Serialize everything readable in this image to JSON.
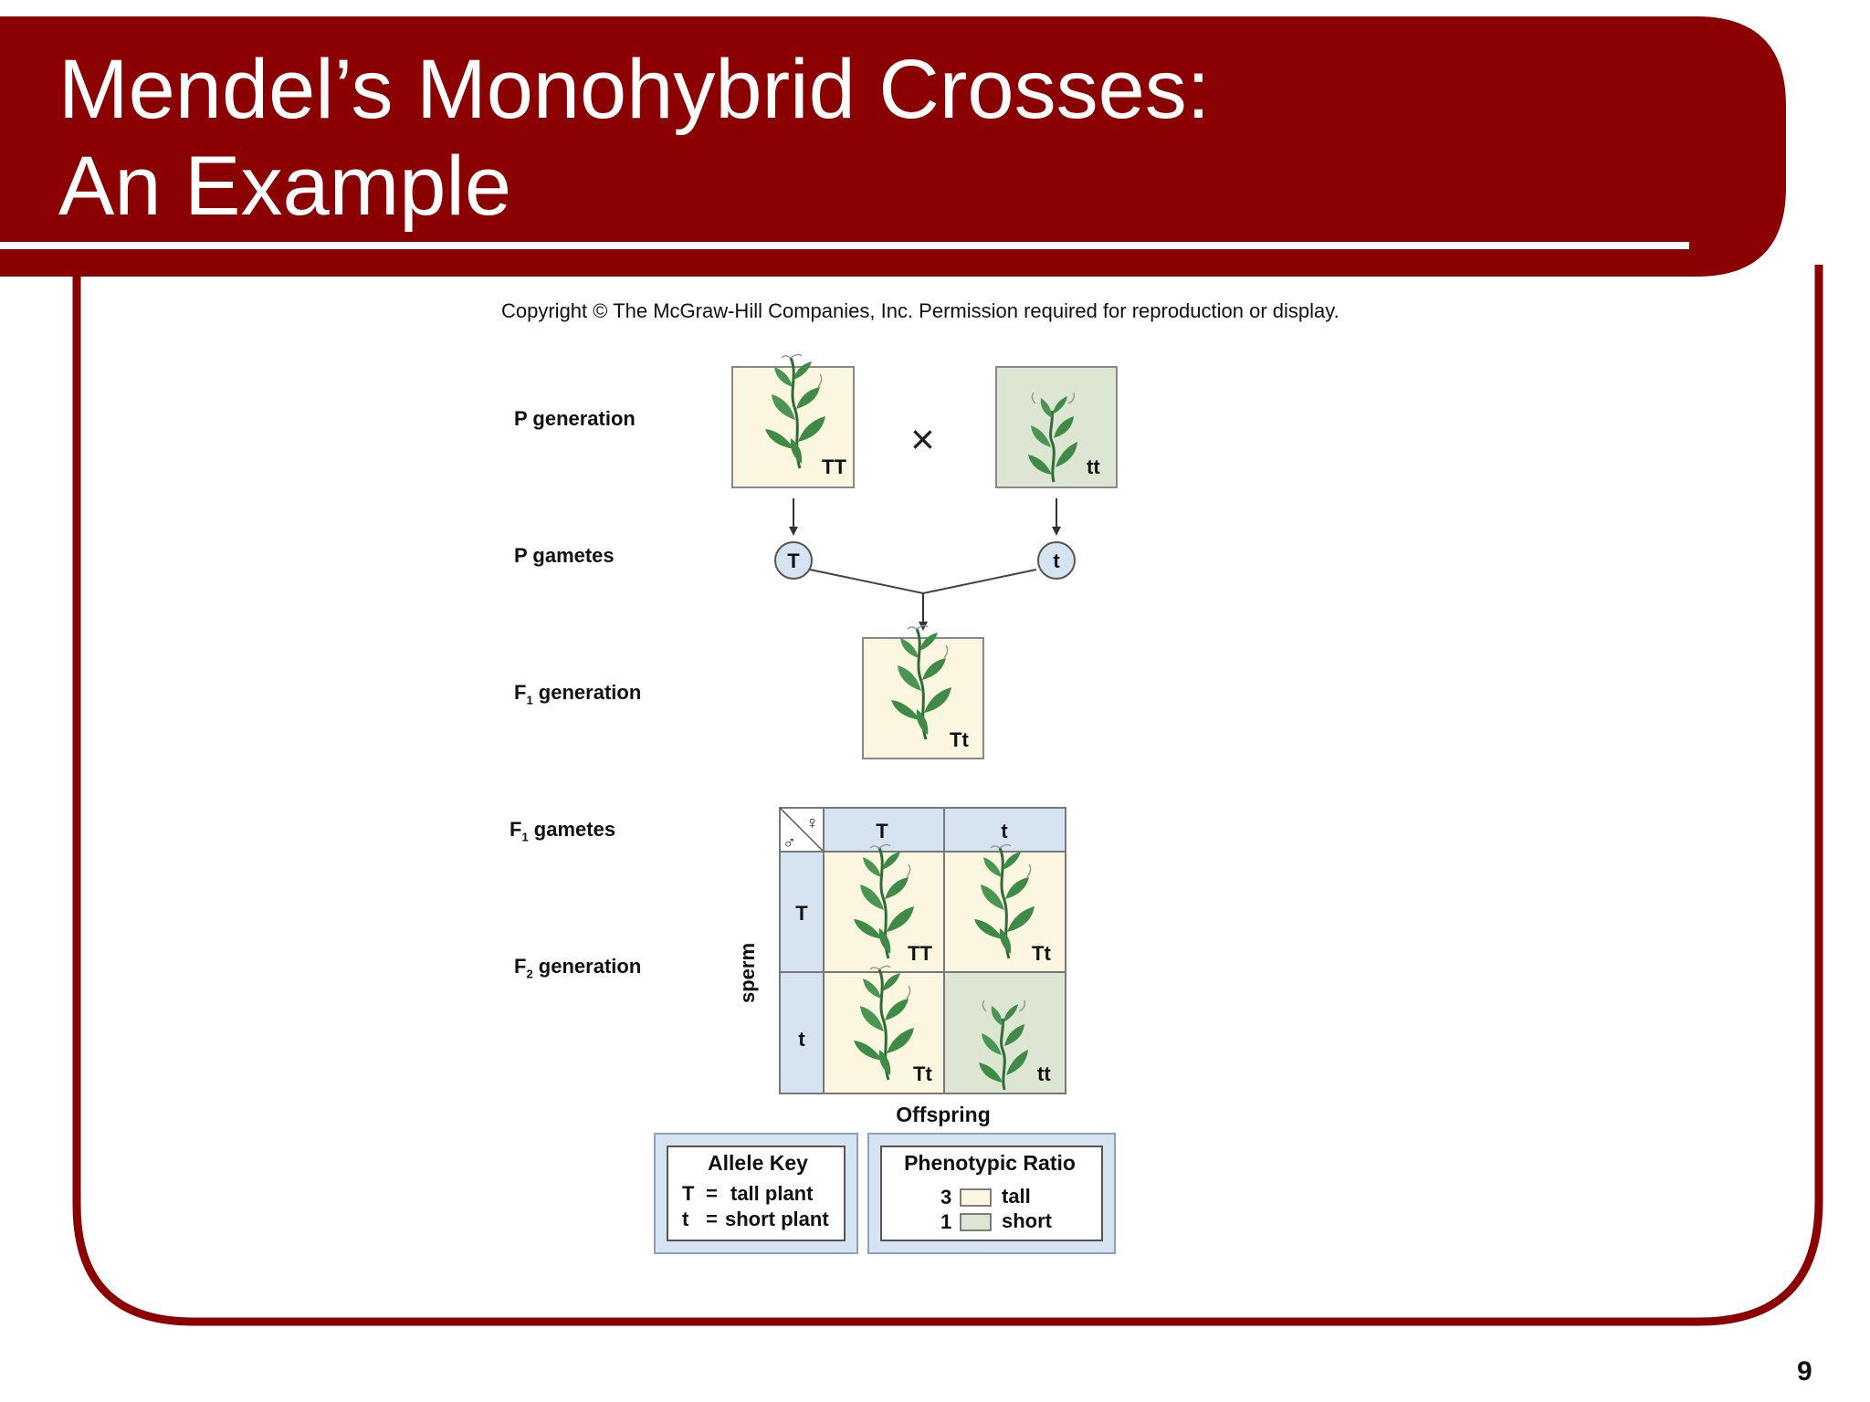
{
  "slide": {
    "title_line1": "Mendel’s Monohybrid Crosses:",
    "title_line2": "An Example",
    "copyright": "Copyright © The McGraw-Hill Companies, Inc. Permission required for reproduction or display.",
    "page_number": "9",
    "theme_color": "#8b0000"
  },
  "rows": {
    "p_generation": "P generation",
    "p_gametes": "P gametes",
    "f1_generation_prefix": "F",
    "f1_generation_sub": "1",
    "f1_generation_suffix": " generation",
    "f1_gametes_prefix": "F",
    "f1_gametes_sub": "1",
    "f1_gametes_suffix": " gametes",
    "f2_generation_prefix": "F",
    "f2_generation_sub": "2",
    "f2_generation_suffix": " generation"
  },
  "parents": {
    "tall_genotype": "TT",
    "short_genotype": "tt",
    "cross_symbol": "×"
  },
  "gametes": {
    "tall": "T",
    "short": "t"
  },
  "f1": {
    "genotype": "Tt"
  },
  "punnett": {
    "male_symbol": "♂",
    "female_symbol": "♀",
    "egg_headers": [
      "T",
      "t"
    ],
    "sperm_headers": [
      "T",
      "t"
    ],
    "sperm_label": "sperm",
    "offspring_label": "Offspring",
    "cells": [
      "TT",
      "Tt",
      "Tt",
      "tt"
    ]
  },
  "allele_key": {
    "title": "Allele Key",
    "line1_allele": "T",
    "line1_eq": "=",
    "line1_desc": "tall plant",
    "line2_allele": "t",
    "line2_eq": "=",
    "line2_desc": "short plant"
  },
  "phenotypic_ratio": {
    "title": "Phenotypic Ratio",
    "tall_count": "3",
    "tall_label": "tall",
    "short_count": "1",
    "short_label": "short"
  },
  "colors": {
    "tall_bg": "#fbf6df",
    "short_bg": "#dde6d3",
    "header_blue": "#d6e4f2",
    "leaf": "#3f8a47"
  }
}
